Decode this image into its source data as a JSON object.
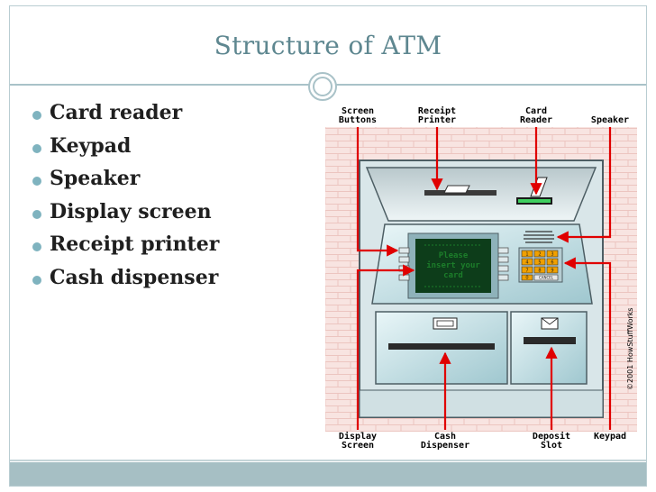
{
  "slide": {
    "title": "Structure of ATM",
    "bullets": [
      "Card reader",
      "Keypad",
      "Speaker",
      "Display screen",
      "Receipt printer",
      "Cash dispenser"
    ]
  },
  "figure": {
    "labels": {
      "screen_buttons": [
        "Screen",
        "Buttons"
      ],
      "receipt_printer": [
        "Receipt",
        "Printer"
      ],
      "card_reader": [
        "Card",
        "Reader"
      ],
      "speaker": "Speaker",
      "display_screen": [
        "Display",
        "Screen"
      ],
      "cash_dispenser": [
        "Cash",
        "Dispenser"
      ],
      "deposit_slot": [
        "Deposit",
        "Slot"
      ],
      "keypad": "Keypad"
    },
    "screen_message": [
      "Please",
      "insert your",
      "card"
    ],
    "keypad_keys": [
      "1",
      "2",
      "3",
      "4",
      "5",
      "6",
      "7",
      "8",
      "9",
      "0"
    ],
    "keypad_cancel": "CANCEL",
    "copyright": "©2001 HowStuffWorks",
    "colors": {
      "arrow": "#e00000",
      "screen_bg": "#0d3d1a",
      "screen_text": "#1c7d2a",
      "brick": "#f4d6d2",
      "frame": "#6c7f86"
    }
  }
}
